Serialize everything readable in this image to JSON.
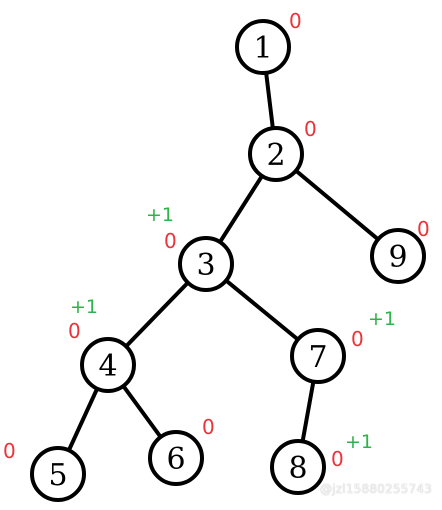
{
  "nodes": [
    {
      "id": "1",
      "label": "1",
      "annotation": "0"
    },
    {
      "id": "2",
      "label": "2",
      "annotation": "0"
    },
    {
      "id": "3",
      "label": "3",
      "annotation": "0",
      "increment": "+1"
    },
    {
      "id": "9",
      "label": "9",
      "annotation": "0"
    },
    {
      "id": "4",
      "label": "4",
      "annotation": "0",
      "increment": "+1"
    },
    {
      "id": "7",
      "label": "7",
      "annotation": "0",
      "increment": "+1"
    },
    {
      "id": "5",
      "label": "5",
      "annotation": "0"
    },
    {
      "id": "6",
      "label": "6",
      "annotation": "0"
    },
    {
      "id": "8",
      "label": "8",
      "annotation": "0",
      "increment": "+1"
    }
  ],
  "edges": [
    [
      "1",
      "2"
    ],
    [
      "2",
      "3"
    ],
    [
      "2",
      "9"
    ],
    [
      "3",
      "4"
    ],
    [
      "3",
      "7"
    ],
    [
      "4",
      "5"
    ],
    [
      "4",
      "6"
    ],
    [
      "7",
      "8"
    ]
  ],
  "colors": {
    "annotation_zero": "#e8343a",
    "annotation_increment": "#2fb24a"
  },
  "watermark": "@jzl15880255743"
}
